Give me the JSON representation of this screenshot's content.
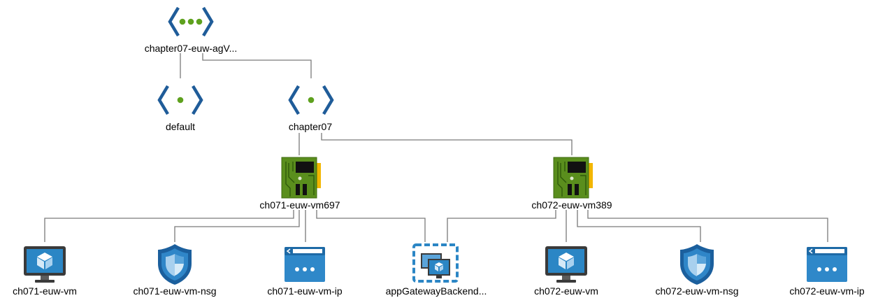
{
  "colors": {
    "vnet_bracket": "#1f5c99",
    "vnet_dot": "#5ea11e",
    "nic_board": "#5a8e1d",
    "nic_board_dark": "#3f6b10",
    "nic_chip": "#111111",
    "nic_slot": "#f2b600",
    "vm_screen": "#2b86c5",
    "vm_frame": "#3a3a3a",
    "nsg_shield": "#1b5f9d",
    "ip_window": "#2f88c9",
    "pool_border": "#2b86c5",
    "edge": "#7a7a7a"
  },
  "nodes": {
    "vnet": {
      "label": "chapter07-euw-agV...",
      "icon": "virtual-network-icon"
    },
    "subnet_default": {
      "label": "default",
      "icon": "subnet-icon"
    },
    "subnet_chapter07": {
      "label": "chapter07",
      "icon": "subnet-icon"
    },
    "nic1": {
      "label": "ch071-euw-vm697",
      "icon": "network-interface-icon"
    },
    "nic2": {
      "label": "ch072-euw-vm389",
      "icon": "network-interface-icon"
    },
    "vm1": {
      "label": "ch071-euw-vm",
      "icon": "virtual-machine-icon"
    },
    "nsg1": {
      "label": "ch071-euw-vm-nsg",
      "icon": "network-security-group-icon"
    },
    "ip1": {
      "label": "ch071-euw-vm-ip",
      "icon": "public-ip-icon"
    },
    "pool": {
      "label": "appGatewayBackend...",
      "icon": "backend-pool-icon"
    },
    "vm2": {
      "label": "ch072-euw-vm",
      "icon": "virtual-machine-icon"
    },
    "nsg2": {
      "label": "ch072-euw-vm-nsg",
      "icon": "network-security-group-icon"
    },
    "ip2": {
      "label": "ch072-euw-vm-ip",
      "icon": "public-ip-icon"
    }
  }
}
